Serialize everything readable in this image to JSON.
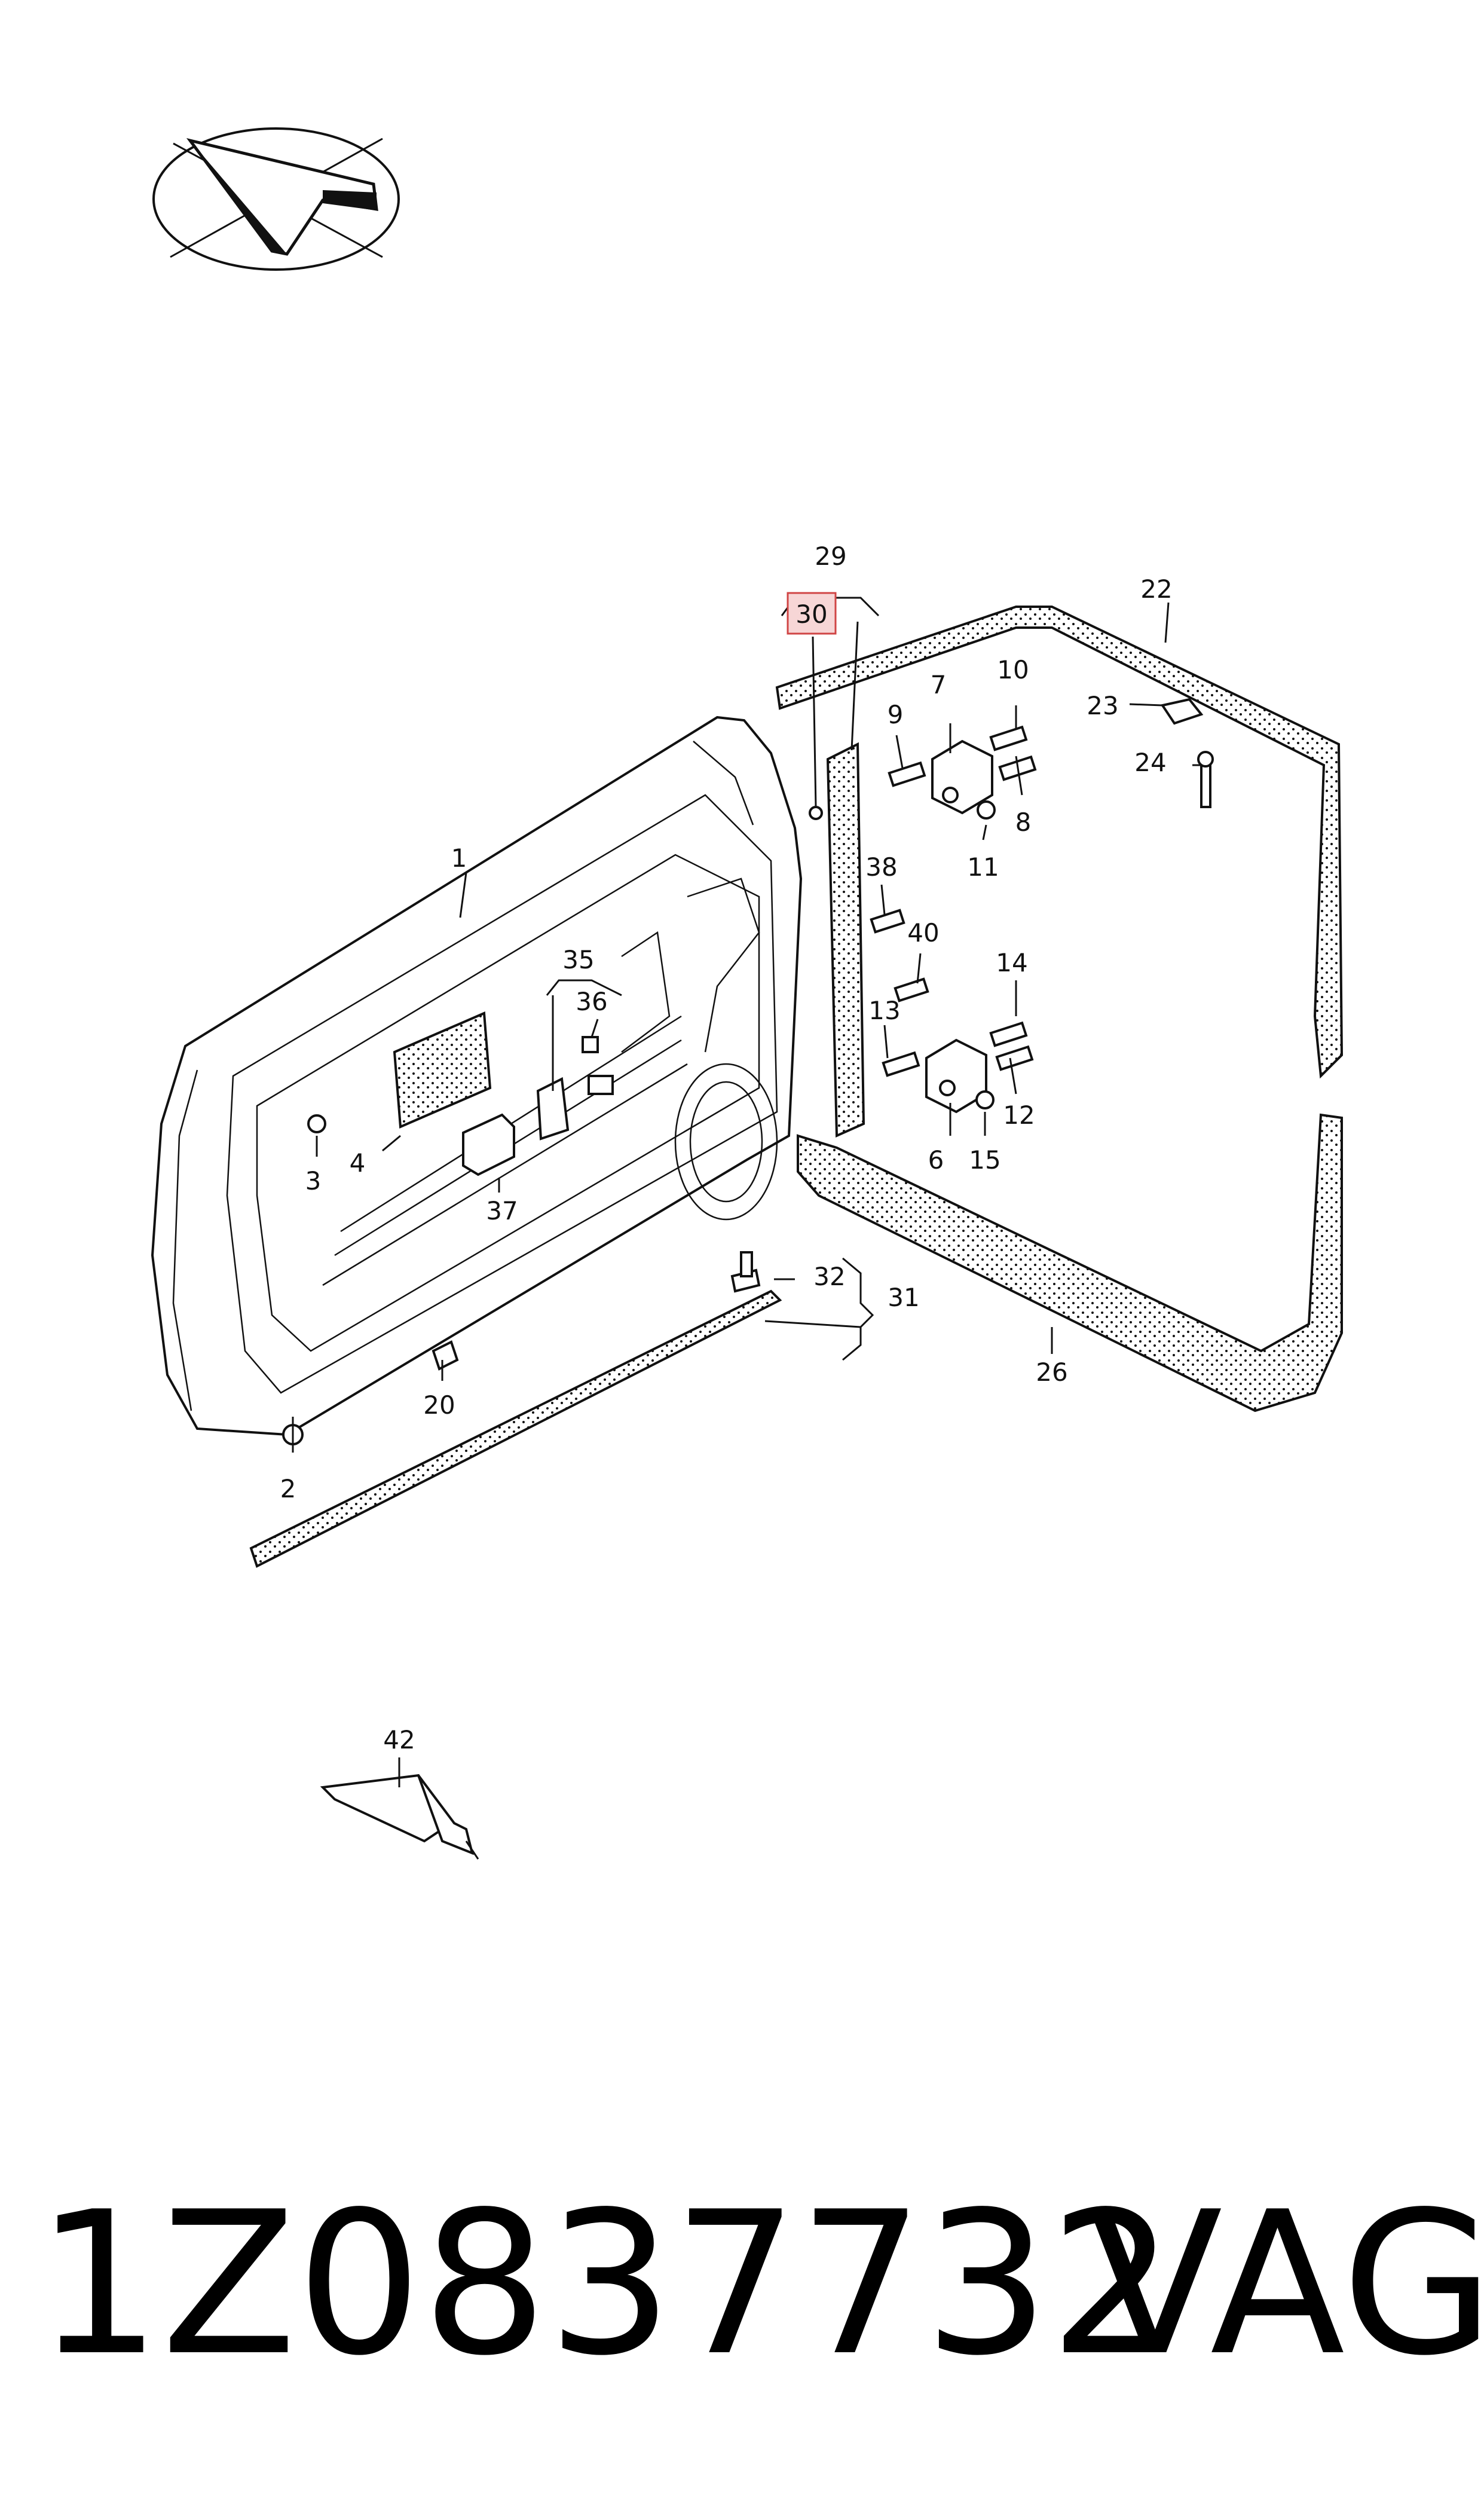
{
  "callouts": {
    "c1": "1",
    "c2": "2",
    "c3": "3",
    "c4": "4",
    "c6": "6",
    "c7": "7",
    "c8": "8",
    "c9": "9",
    "c10": "10",
    "c11": "11",
    "c12": "12",
    "c13": "13",
    "c14": "14",
    "c15": "15",
    "c20": "20",
    "c22": "22",
    "c23": "23",
    "c24": "24",
    "c26": "26",
    "c29": "29",
    "c30": "30",
    "c31": "31",
    "c32": "32",
    "c35": "35",
    "c36": "36",
    "c37": "37",
    "c38": "38",
    "c40": "40",
    "c42": "42"
  },
  "highlighted_callout": "30",
  "footer": {
    "part_number": "1Z0837732",
    "brand": "VAG"
  },
  "colors": {
    "highlight_fill": "#f7d6d6",
    "highlight_stroke": "#d04545",
    "ink": "#111111"
  },
  "icons": {
    "logo": "orientation-arrow-icon"
  }
}
